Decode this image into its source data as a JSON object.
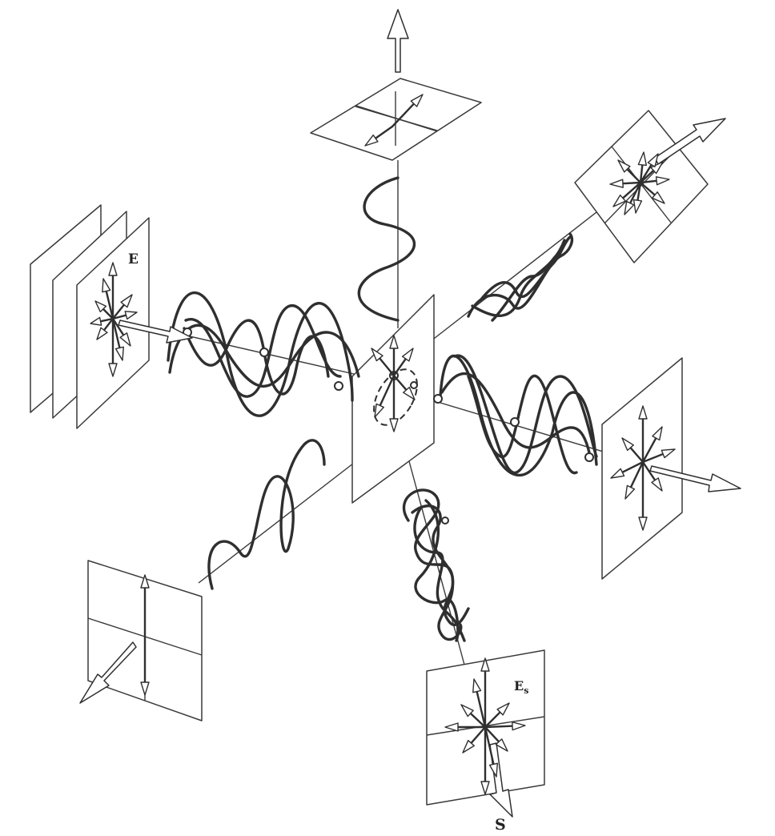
{
  "labels": {
    "incident_field": "E",
    "scattered_field": "E",
    "scattered_field_sub": "s",
    "poynting": "S"
  },
  "colors": {
    "ink": "#2f2f2f",
    "paper": "#ffffff"
  }
}
